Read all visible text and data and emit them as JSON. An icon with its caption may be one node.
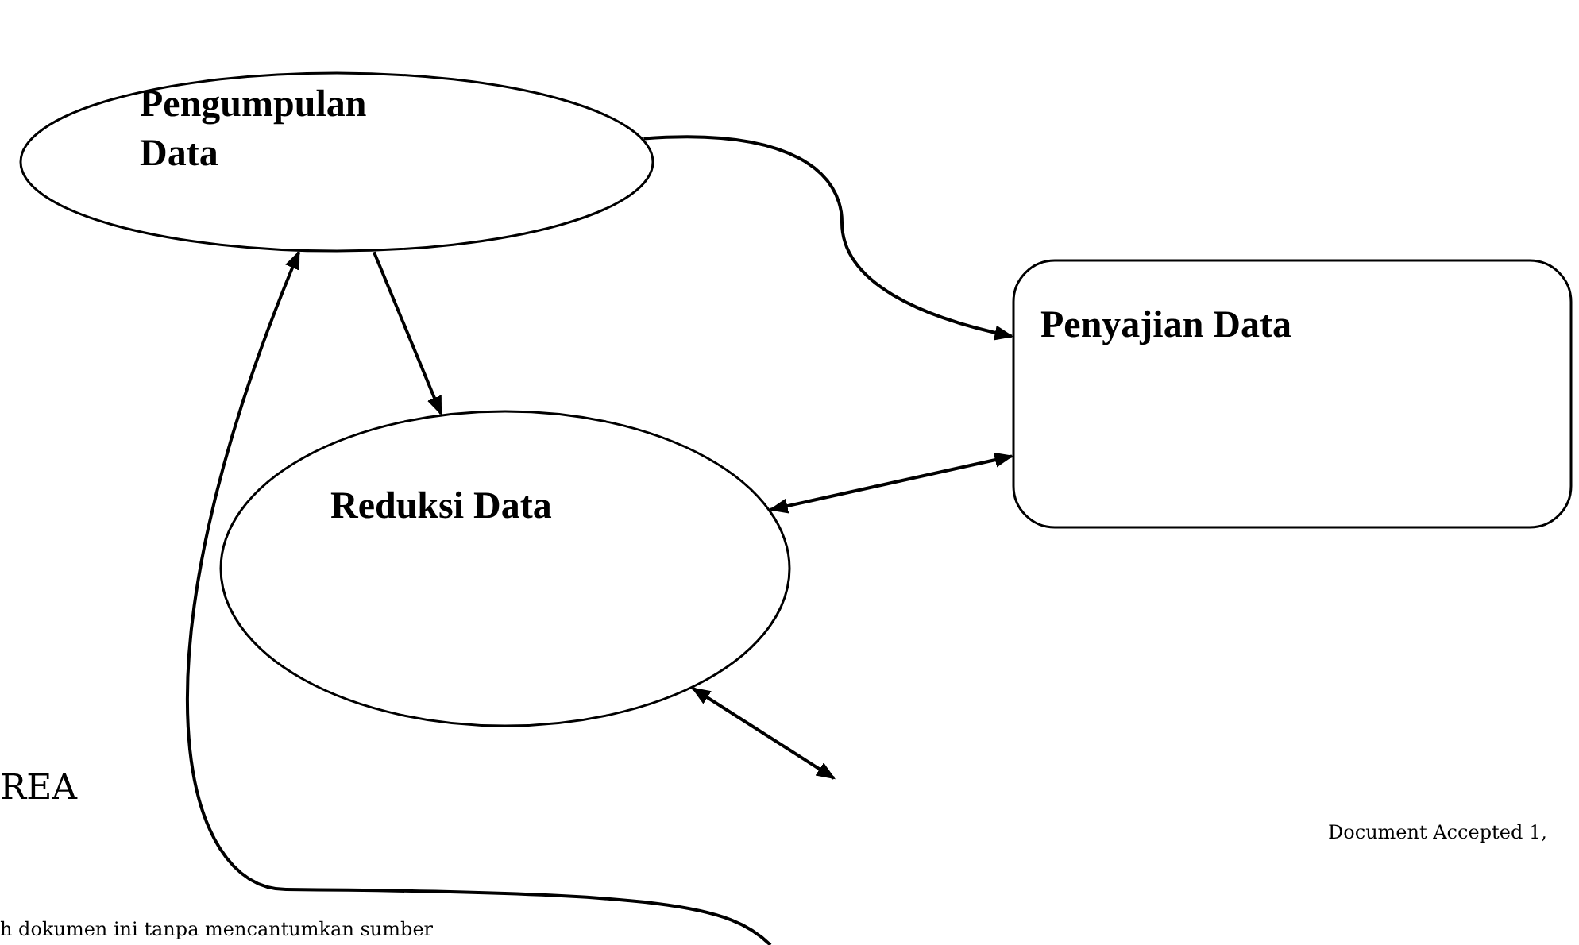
{
  "diagram": {
    "nodes": [
      {
        "text": [
          "Pengumpulan Data"
        ]
      },
      {
        "text": [
          "Reduksi Data"
        ]
      },
      {
        "text": [
          "Penyajian Data"
        ]
      }
    ],
    "edges": [
      {
        "from": 0,
        "to": 2,
        "arrow": "to"
      },
      {
        "from": 0,
        "to": 1,
        "arrow": "to"
      },
      {
        "from": 1,
        "to": 2,
        "arrow": "both"
      },
      {
        "from": 1,
        "to": null,
        "arrow": "both"
      },
      {
        "from": null,
        "to": 0,
        "arrow": "to"
      }
    ],
    "labels": [
      "REA",
      "Document Accepted 1,",
      "h dokumen ini tanpa mencantumkan sumber"
    ]
  }
}
